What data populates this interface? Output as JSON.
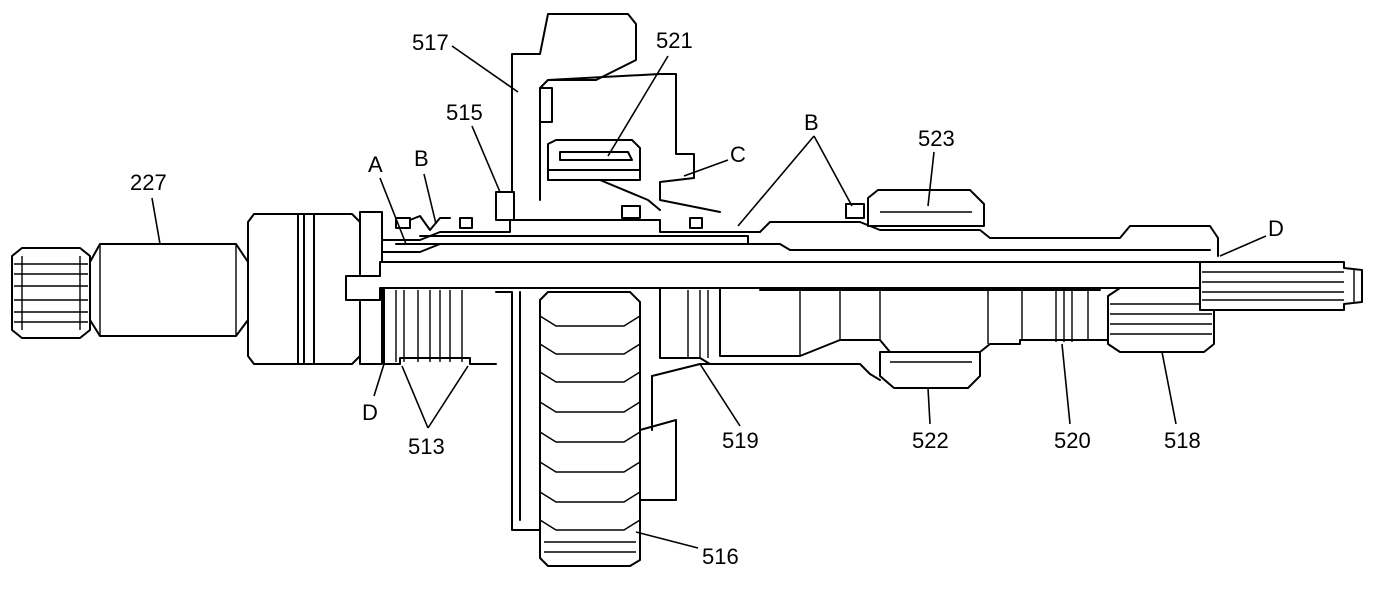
{
  "diagram": {
    "callouts": {
      "c227": "227",
      "c517": "517",
      "c521": "521",
      "c515": "515",
      "cA": "A",
      "cB1": "B",
      "cC": "C",
      "cB2": "B",
      "c523": "523",
      "cD1": "D",
      "cD2": "D",
      "c513": "513",
      "c519": "519",
      "c522": "522",
      "c520": "520",
      "c518": "518",
      "c516": "516"
    }
  }
}
